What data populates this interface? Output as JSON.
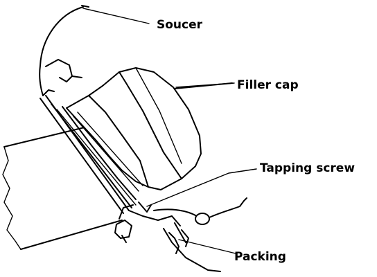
{
  "diagram": {
    "labels": {
      "saucer": "Soucer",
      "filler_cap": "Filler cap",
      "tapping_screw": "Tapping screw",
      "packing": "Packing"
    }
  }
}
